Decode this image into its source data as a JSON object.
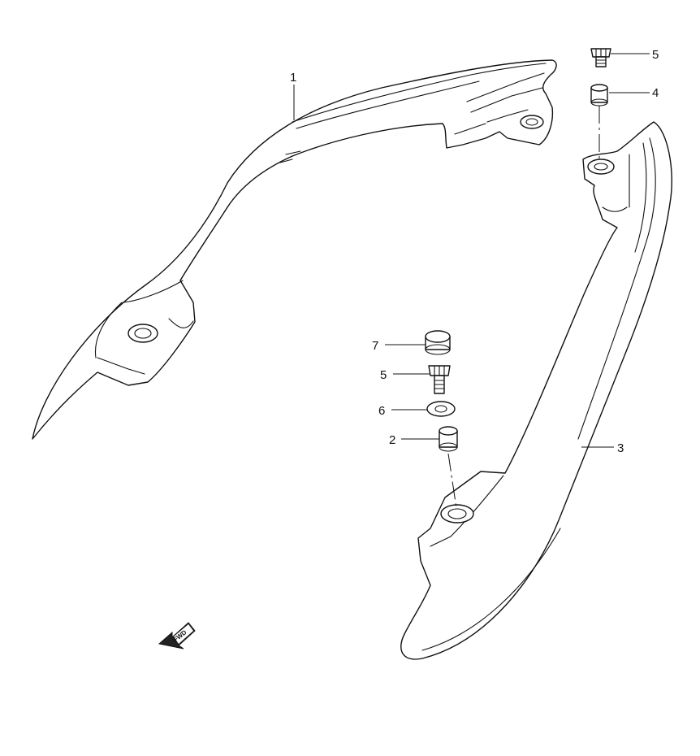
{
  "callouts": {
    "part_1": "1",
    "part_2": "2",
    "part_3": "3",
    "part_4": "4",
    "part_5_top": "5",
    "part_5_mid": "5",
    "part_6": "6",
    "part_7": "7"
  },
  "direction_marker": {
    "label": "FWD",
    "icon": "arrow-left-down-icon"
  },
  "colors": {
    "line": "#111111",
    "background": "#ffffff"
  }
}
